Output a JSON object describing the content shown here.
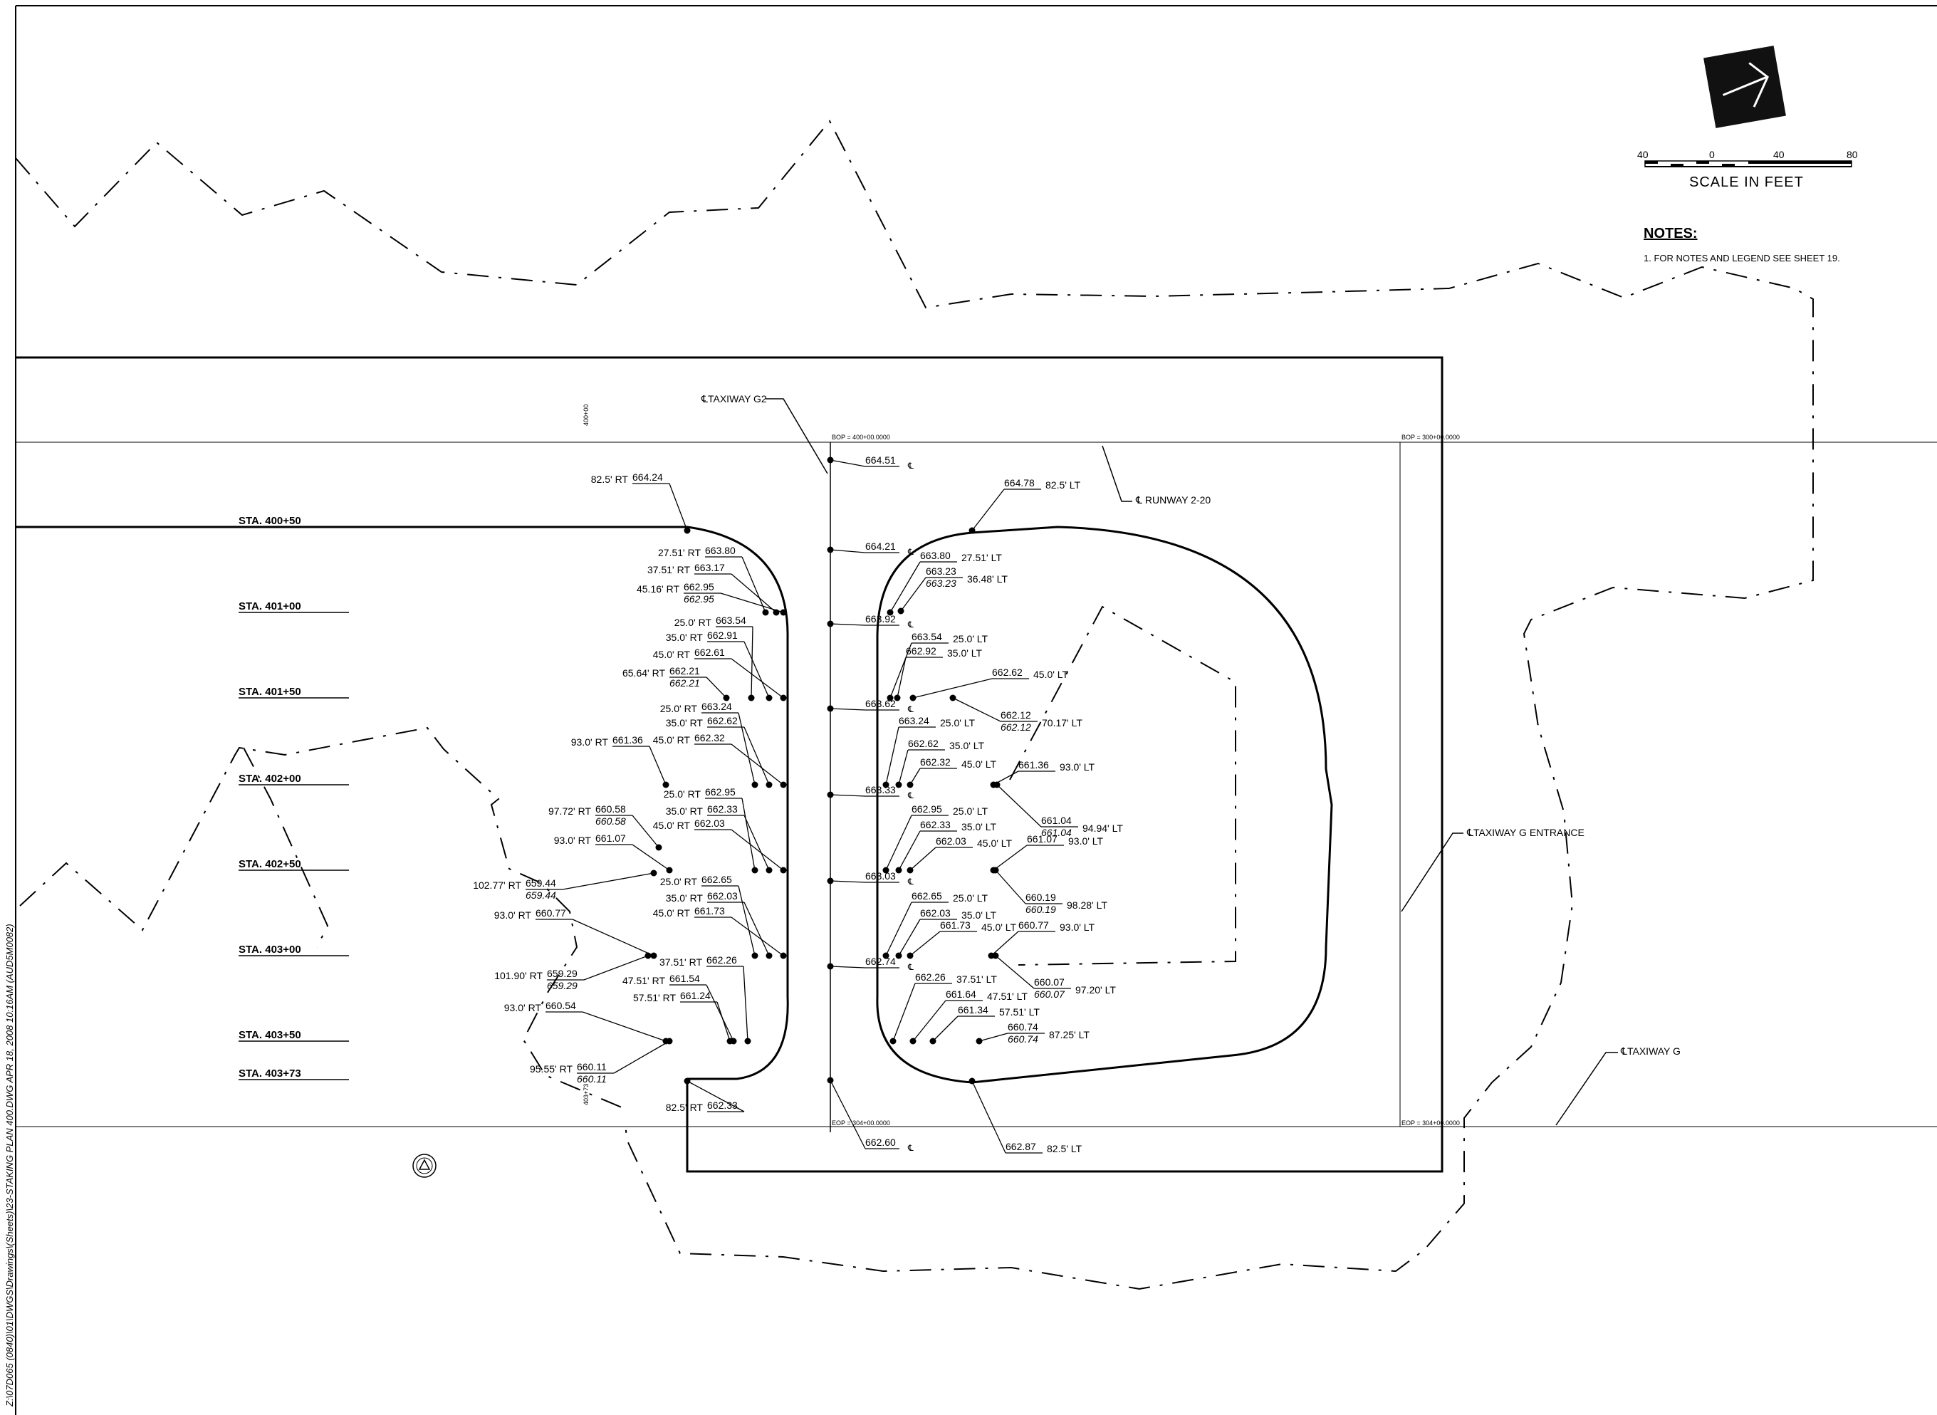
{
  "title_block": {
    "file_path": "Z:\\07D065 (0840)\\01\\DWGS\\Drawings\\(Sheets)\\23-STAKING PLAN 400.DWG  APR 18, 2008  10:16AM  (AUD5M0082)"
  },
  "notes": {
    "heading": "NOTES:",
    "items": [
      "1.  FOR NOTES AND LEGEND SEE SHEET 19."
    ]
  },
  "scale_bar": {
    "title": "SCALE  IN  FEET",
    "ticks": [
      "40",
      "0",
      "40",
      "80"
    ]
  },
  "centerlines": {
    "taxiway_g2": "℄TAXIWAY G2",
    "runway": "℄ RUNWAY 2-20",
    "taxiway_g_entrance": "℄TAXIWAY G ENTRANCE",
    "taxiway_g": "℄TAXIWAY G"
  },
  "stations": [
    "STA. 400+50",
    "STA. 401+00",
    "STA. 401+50",
    "STA. 402+00",
    "STA. 402+50",
    "STA. 403+00",
    "STA. 403+50",
    "STA. 403+73"
  ],
  "small_notes": {
    "bop_top": "BOP = 400+00.0000",
    "bop_right": "BOP = 300+00.0000",
    "eop_bottom": "EOP = 304+00.0000",
    "eop_right": "EOP = 304+00.0000",
    "v1": "400+00",
    "v2": "403+73"
  },
  "left_island_labels": [
    {
      "offset": "82.5' RT",
      "elev": "664.24"
    },
    {
      "offset": "27.51' RT",
      "elev": "663.80"
    },
    {
      "offset": "37.51' RT",
      "elev": "663.17"
    },
    {
      "offset": "45.16' RT",
      "elev": "662.95",
      "elev2": "662.95"
    },
    {
      "offset": "25.0' RT",
      "elev": "663.54"
    },
    {
      "offset": "35.0' RT",
      "elev": "662.91"
    },
    {
      "offset": "45.0' RT",
      "elev": "662.61"
    },
    {
      "offset": "65.64' RT",
      "elev": "662.21",
      "elev2": "662.21"
    },
    {
      "offset": "25.0' RT",
      "elev": "663.24"
    },
    {
      "offset": "35.0' RT",
      "elev": "662.62"
    },
    {
      "offset": "45.0' RT",
      "elev": "662.32"
    },
    {
      "offset": "93.0' RT",
      "elev": "661.36"
    },
    {
      "offset": "25.0' RT",
      "elev": "662.95"
    },
    {
      "offset": "35.0' RT",
      "elev": "662.33"
    },
    {
      "offset": "45.0' RT",
      "elev": "662.03"
    },
    {
      "offset": "97.72' RT",
      "elev": "660.58",
      "elev2": "660.58"
    },
    {
      "offset": "93.0' RT",
      "elev": "661.07"
    },
    {
      "offset": "25.0' RT",
      "elev": "662.65"
    },
    {
      "offset": "35.0' RT",
      "elev": "662.03"
    },
    {
      "offset": "45.0' RT",
      "elev": "661.73"
    },
    {
      "offset": "102.77' RT",
      "elev": "659.44",
      "elev2": "659.44"
    },
    {
      "offset": "93.0' RT",
      "elev": "660.77"
    },
    {
      "offset": "37.51' RT",
      "elev": "662.26"
    },
    {
      "offset": "47.51' RT",
      "elev": "661.54"
    },
    {
      "offset": "57.51' RT",
      "elev": "661.24"
    },
    {
      "offset": "101.90' RT",
      "elev": "659.29",
      "elev2": "659.29"
    },
    {
      "offset": "93.0' RT",
      "elev": "660.54"
    },
    {
      "offset": "95.55' RT",
      "elev": "660.11",
      "elev2": "660.11"
    },
    {
      "offset": "82.5' RT",
      "elev": "662.33"
    }
  ],
  "centerline_labels": [
    {
      "elev": "664.51",
      "mark": "℄"
    },
    {
      "elev": "664.21",
      "mark": "℄"
    },
    {
      "elev": "663.92",
      "mark": "℄"
    },
    {
      "elev": "663.62",
      "mark": "℄"
    },
    {
      "elev": "663.33",
      "mark": "℄"
    },
    {
      "elev": "663.03",
      "mark": "℄"
    },
    {
      "elev": "662.74",
      "mark": "℄"
    },
    {
      "elev": "662.60",
      "mark": "℄"
    }
  ],
  "right_island_labels": [
    {
      "offset": "82.5' LT",
      "elev": "664.78"
    },
    {
      "offset": "27.51' LT",
      "elev": "663.80"
    },
    {
      "offset": "36.48' LT",
      "elev": "663.23",
      "elev2": "663.23"
    },
    {
      "offset": "25.0' LT",
      "elev": "663.54"
    },
    {
      "offset": "35.0' LT",
      "elev": "662.92"
    },
    {
      "offset": "45.0' LT",
      "elev": "662.62"
    },
    {
      "offset": "70.17' LT",
      "elev": "662.12",
      "elev2": "662.12"
    },
    {
      "offset": "25.0' LT",
      "elev": "663.24"
    },
    {
      "offset": "35.0' LT",
      "elev": "662.62"
    },
    {
      "offset": "45.0' LT",
      "elev": "662.32"
    },
    {
      "offset": "93.0' LT",
      "elev": "661.36"
    },
    {
      "offset": "94.94' LT",
      "elev": "661.04",
      "elev2": "661.04"
    },
    {
      "offset": "25.0' LT",
      "elev": "662.95"
    },
    {
      "offset": "35.0' LT",
      "elev": "662.33"
    },
    {
      "offset": "45.0' LT",
      "elev": "662.03"
    },
    {
      "offset": "93.0' LT",
      "elev": "661.07"
    },
    {
      "offset": "98.28' LT",
      "elev": "660.19",
      "elev2": "660.19"
    },
    {
      "offset": "25.0' LT",
      "elev": "662.65"
    },
    {
      "offset": "35.0' LT",
      "elev": "662.03"
    },
    {
      "offset": "45.0' LT",
      "elev": "661.73"
    },
    {
      "offset": "93.0' LT",
      "elev": "660.77"
    },
    {
      "offset": "97.20' LT",
      "elev": "660.07",
      "elev2": "660.07"
    },
    {
      "offset": "37.51' LT",
      "elev": "662.26"
    },
    {
      "offset": "47.51' LT",
      "elev": "661.64"
    },
    {
      "offset": "57.51' LT",
      "elev": "661.34"
    },
    {
      "offset": "87.25' LT",
      "elev": "660.74",
      "elev2": "660.74"
    },
    {
      "offset": "82.5' LT",
      "elev": "662.87"
    }
  ]
}
